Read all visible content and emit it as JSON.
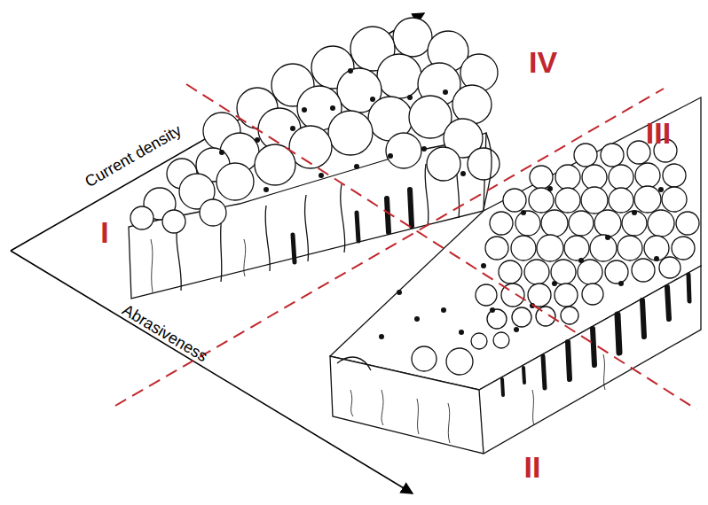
{
  "diagram": {
    "labels": [
      "IV",
      "III",
      "Current density",
      "I",
      "Abrasiveness",
      "II"
    ]
  }
}
